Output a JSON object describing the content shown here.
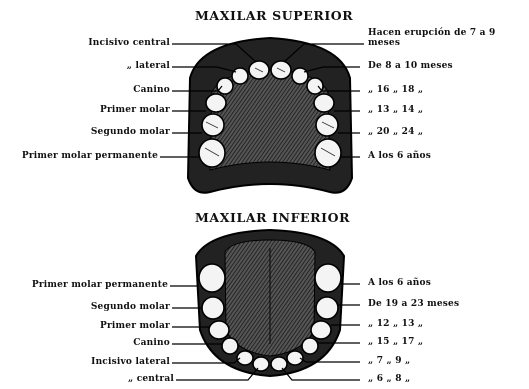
{
  "upper": {
    "title": "MAXILAR SUPERIOR",
    "left_labels": [
      "Incisivo central",
      "„      lateral",
      "Canino",
      "Primer molar",
      "Segundo molar",
      "Primer molar permanente"
    ],
    "right_labels": [
      "Hacen erupción de 7 a 9",
      "meses",
      "De  8 a 10 meses",
      "„   16 „ 18   „",
      "„   13 „ 14   „",
      "„   20 „ 24   „",
      "A los 6 años"
    ]
  },
  "lower": {
    "title": "MAXILAR INFERIOR",
    "left_labels": [
      "Primer molar permanente",
      "Segundo molar",
      "Primer molar",
      "Canino",
      "Incisivo lateral",
      "„       central"
    ],
    "right_labels": [
      "A los 6 años",
      "De 19 a 23 meses",
      "„   12 „ 13   „",
      "„   15 „ 17   „",
      "„    7 „  9   „",
      "„    6 „  8   „"
    ]
  }
}
